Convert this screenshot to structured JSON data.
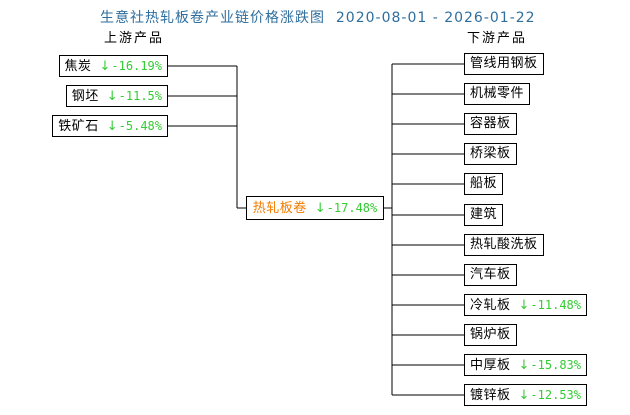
{
  "title": "生意社热轧板卷产业链价格涨跌图  2020-08-01 - 2026-01-22",
  "upstream_header": "上游产品",
  "downstream_header": "下游产品",
  "core": {
    "label": "热轧板卷",
    "arrow": "↓",
    "change": "-17.48%"
  },
  "upstream": {
    "items": [
      {
        "label": "焦炭",
        "arrow": "↓",
        "change": "-16.19%"
      },
      {
        "label": "钢坯",
        "arrow": "↓",
        "change": "-11.5%"
      },
      {
        "label": "铁矿石",
        "arrow": "↓",
        "change": "-5.48%"
      }
    ]
  },
  "downstream": {
    "items": [
      {
        "label": "管线用钢板"
      },
      {
        "label": "机械零件"
      },
      {
        "label": "容器板"
      },
      {
        "label": "桥梁板"
      },
      {
        "label": "船板"
      },
      {
        "label": "建筑"
      },
      {
        "label": "热轧酸洗板"
      },
      {
        "label": "汽车板"
      },
      {
        "label": "冷轧板",
        "arrow": "↓",
        "change": "-11.48%"
      },
      {
        "label": "锅炉板"
      },
      {
        "label": "中厚板",
        "arrow": "↓",
        "change": "-15.83%"
      },
      {
        "label": "镀锌板",
        "arrow": "↓",
        "change": "-12.53%"
      }
    ]
  },
  "icons": {
    "down_arrow": "down-arrow-icon"
  },
  "colors": {
    "title_blue": "#2e6e9e",
    "decline_green": "#33cc33",
    "core_orange": "#f57c00",
    "line_black": "#000000"
  }
}
